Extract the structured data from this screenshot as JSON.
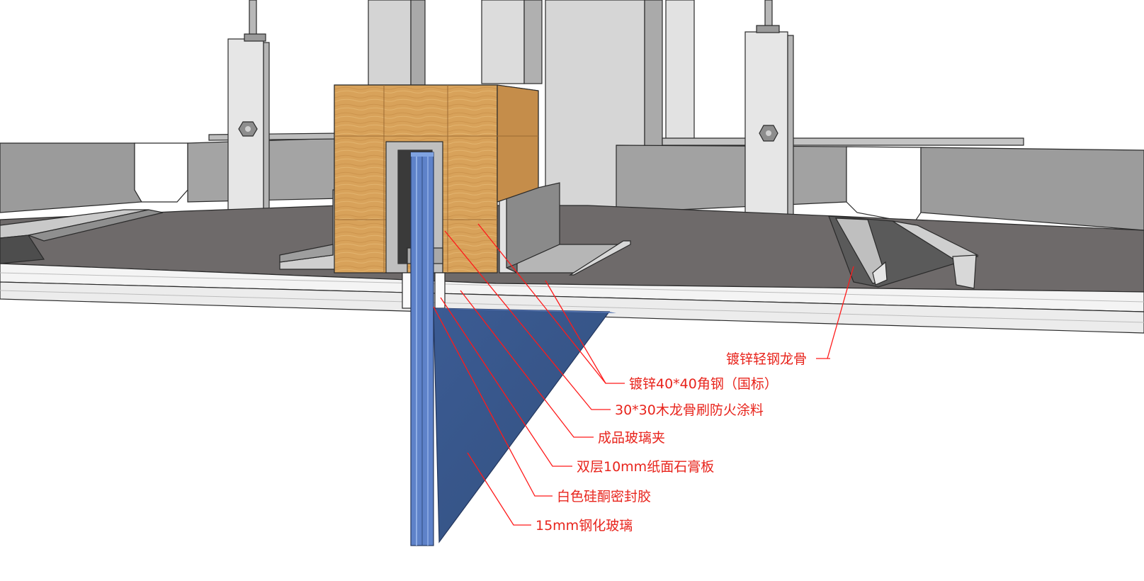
{
  "diagram": {
    "labels": [
      {
        "id": "light-steel-keel",
        "text": "镀锌轻钢龙骨"
      },
      {
        "id": "angle-steel",
        "text": "镀锌40*40角钢（国标）"
      },
      {
        "id": "wood-keel",
        "text": "30*30木龙骨刷防火涂料"
      },
      {
        "id": "glass-clip",
        "text": "成品玻璃夹"
      },
      {
        "id": "gypsum-board",
        "text": "双层10mm纸面石膏板"
      },
      {
        "id": "silicone-sealant",
        "text": "白色硅酮密封胶"
      },
      {
        "id": "tempered-glass",
        "text": "15mm钢化玻璃"
      }
    ],
    "colors": {
      "label_text": "#e8241c",
      "leader_line": "#ff1a1a",
      "steel": "#c8c8c8",
      "steel_dark": "#8c8c8c",
      "wood": "#d9a65e",
      "glass": "#3d5a8c",
      "glass_edge": "#6f94d6",
      "gypsum": "#f2f2f2",
      "slab": "#6e6a6a"
    }
  }
}
